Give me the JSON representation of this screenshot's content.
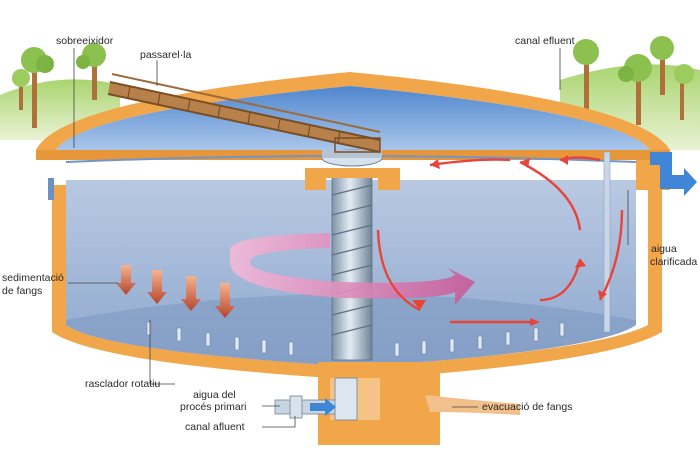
{
  "labels": {
    "sobreeixidor": "sobreeixidor",
    "passarel_la": "passarel·la",
    "canal_efluent": "canal efluent",
    "sedimentacio_line1": "sedimentació",
    "sedimentacio_line2": "de fangs",
    "aigua_clarificada_line1": "aigua",
    "aigua_clarificada_line2": "clarificada",
    "rasclador_rotatiu": "rasclador rotatiu",
    "aigua_proces_line1": "aigua del",
    "aigua_proces_line2": "procés primari",
    "canal_afluent": "canal afluent",
    "evacuacio_fangs": "evacuació de fangs"
  },
  "colors": {
    "tank_wall": "#f2a64a",
    "tank_wall_dark": "#d9822b",
    "water": "#9fb7d8",
    "water_surface": "#5d8fd1",
    "flow_arrow": "#e8443a",
    "rotation_arrow": "#d96aa8",
    "sludge_arrow": "#c2553f",
    "walkway": "#9b6b3a",
    "ground_green": "#8fc65a",
    "tree_trunk": "#b0703a"
  },
  "icons": [
    "tree-icon",
    "flow-arrow-icon",
    "rotation-arrow-icon",
    "sludge-arrow-icon",
    "outflow-arrow-icon",
    "inflow-arrow-icon"
  ]
}
